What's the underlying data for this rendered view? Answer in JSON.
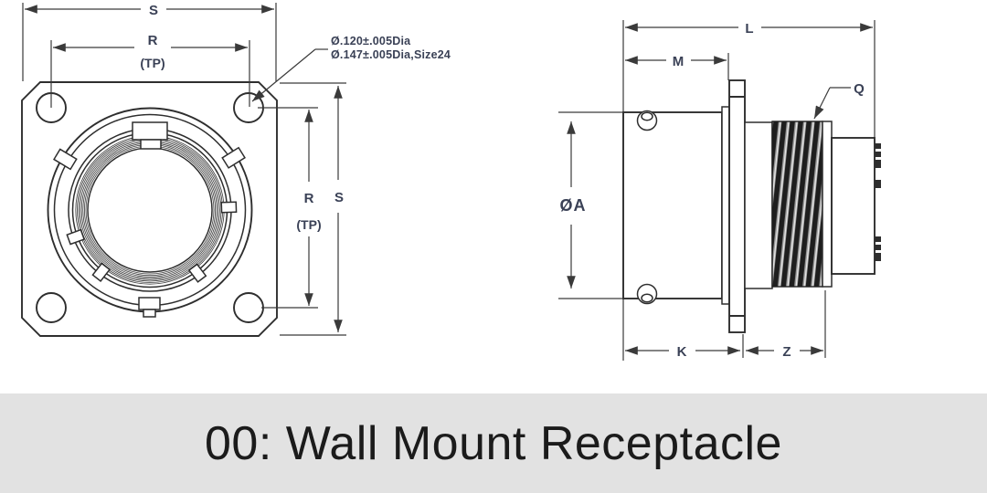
{
  "drawing": {
    "front_view": {
      "dims": {
        "s_top": "S",
        "r_top": "R",
        "tp_top": "(TP)",
        "r_side": "R",
        "s_side": "S",
        "tp_side": "(TP)"
      },
      "hole_callout": {
        "line1": "Ø.120±.005Dia",
        "line2": "Ø.147±.005Dia,Size24"
      }
    },
    "side_view": {
      "dims": {
        "length": "L",
        "m": "M",
        "q": "Q",
        "dia_a": "ØA",
        "k": "K",
        "z": "Z"
      }
    }
  },
  "caption": {
    "text": "00: Wall Mount Receptacle"
  },
  "colors": {
    "line": "#2e2e2e",
    "dim": "#3a3a3a",
    "label": "#3a4156",
    "caption-bg": "#e2e2e2",
    "caption-text": "#1b1b1b",
    "bg": "#ffffff"
  }
}
